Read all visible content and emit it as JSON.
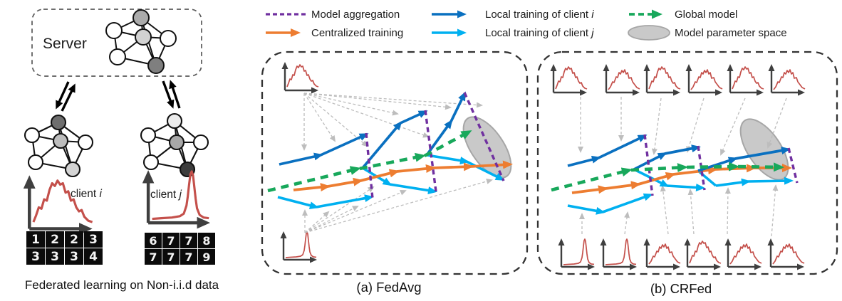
{
  "legend": {
    "model_aggregation": "Model aggregation",
    "centralized_training": "Centralized training",
    "local_training_client_label": "Local training of client ",
    "client_i_var": "i",
    "client_j_var": "j",
    "global_model": "Global model",
    "model_parameter_space": "Model parameter space"
  },
  "left_panel": {
    "server_label": "Server",
    "client_label": "client ",
    "client_i_var": "i",
    "client_j_var": "j",
    "client_i_digits": [
      "1",
      "2",
      "2",
      "3",
      "3",
      "3",
      "3",
      "4"
    ],
    "client_j_digits": [
      "6",
      "7",
      "7",
      "8",
      "7",
      "7",
      "7",
      "9"
    ],
    "caption": "Federated learning on Non-i.i.d data"
  },
  "panel_a": {
    "caption": "(a) FedAvg"
  },
  "panel_b": {
    "caption": "(b) CRFed"
  },
  "colors": {
    "aggregation_purple": "#7030A0",
    "centralized_orange": "#ED7D31",
    "client_i_blue": "#0A70C0",
    "client_j_cyan": "#00B0F0",
    "global_green": "#18A85B",
    "param_space_fill": "#C9C9C9",
    "param_space_stroke": "#A6A6A6",
    "distribution_red": "#C4504B",
    "fan_gray": "#BDBDBD",
    "axis_dark": "#3F3F3F",
    "border_dark": "#333333",
    "network_ink": "#111111"
  }
}
